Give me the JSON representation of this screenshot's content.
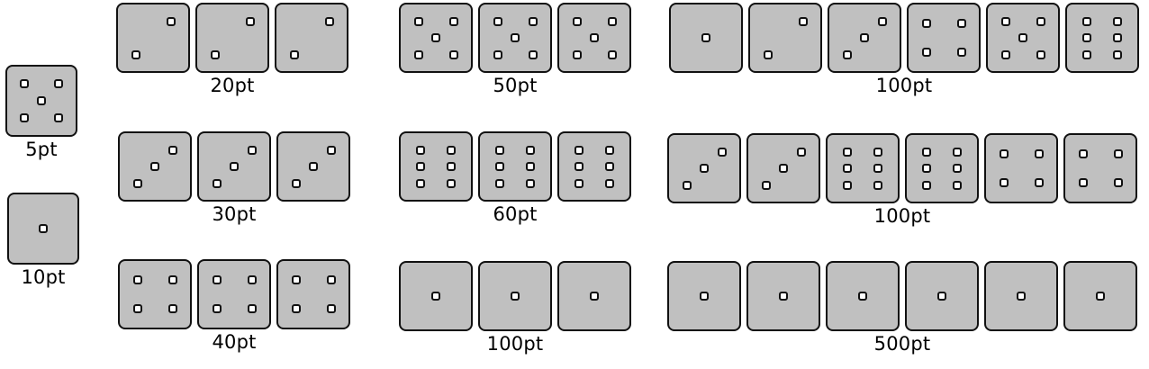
{
  "dice_groups": [
    {
      "label": "5pt",
      "faces": [
        5
      ]
    },
    {
      "label": "10pt",
      "faces": [
        1
      ]
    },
    {
      "label": "20pt",
      "faces": [
        2,
        2,
        2
      ]
    },
    {
      "label": "30pt",
      "faces": [
        3,
        3,
        3
      ]
    },
    {
      "label": "40pt",
      "faces": [
        4,
        4,
        4
      ]
    },
    {
      "label": "50pt",
      "faces": [
        5,
        5,
        5
      ]
    },
    {
      "label": "60pt",
      "faces": [
        6,
        6,
        6
      ]
    },
    {
      "label": "100pt",
      "faces": [
        1,
        1,
        1
      ]
    },
    {
      "label": "100pt",
      "faces": [
        1,
        2,
        3,
        4,
        5,
        6
      ]
    },
    {
      "label": "100pt",
      "faces": [
        3,
        3,
        6,
        6,
        4,
        4
      ]
    },
    {
      "label": "500pt",
      "faces": [
        1,
        1,
        1,
        1,
        1,
        1
      ]
    }
  ],
  "colors": {
    "die_face": "#c0c0c0",
    "die_border": "#111111",
    "pip_fill": "#ffffff",
    "text": "#000000"
  }
}
